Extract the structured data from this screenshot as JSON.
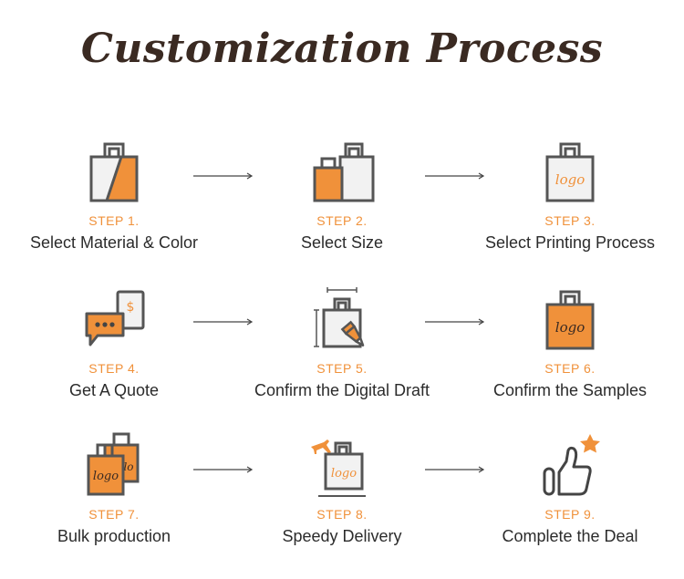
{
  "title": "Customization Process",
  "colors": {
    "accent": "#f0913a",
    "outline": "#555555",
    "title": "#3a2a22"
  },
  "steps": [
    {
      "number": "STEP 1.",
      "label": "Select Material & Color",
      "icon": "material-color-bag-icon"
    },
    {
      "number": "STEP 2.",
      "label": "Select Size",
      "icon": "bag-sizes-icon"
    },
    {
      "number": "STEP 3.",
      "label": "Select Printing Process",
      "icon": "logo-bag-icon"
    },
    {
      "number": "STEP 4.",
      "label": "Get A Quote",
      "icon": "chat-quote-icon"
    },
    {
      "number": "STEP 5.",
      "label": "Confirm the Digital Draft",
      "icon": "digital-draft-icon"
    },
    {
      "number": "STEP 6.",
      "label": "Confirm the Samples",
      "icon": "sample-bag-icon"
    },
    {
      "number": "STEP 7.",
      "label": "Bulk production",
      "icon": "stacked-bags-icon"
    },
    {
      "number": "STEP 8.",
      "label": "Speedy Delivery",
      "icon": "delivery-icon"
    },
    {
      "number": "STEP 9.",
      "label": "Complete the Deal",
      "icon": "thumbs-up-icon"
    }
  ],
  "icon_text": {
    "logo": "logo",
    "dollar": "$"
  }
}
